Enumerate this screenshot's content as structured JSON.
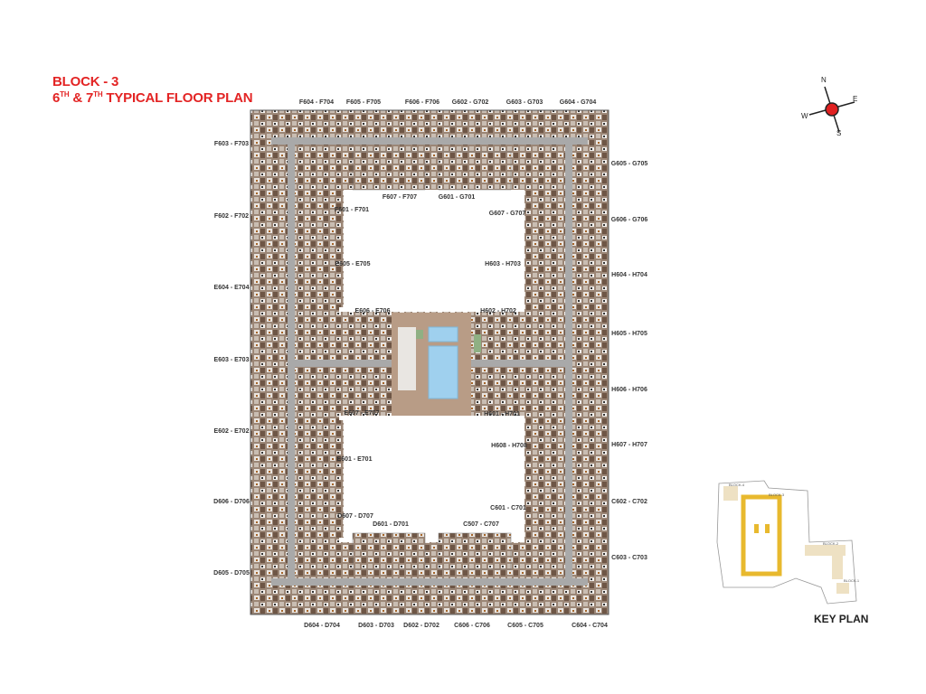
{
  "title": {
    "line1": "BLOCK - 3",
    "line2_a": "6",
    "line2_sup1": "TH",
    "line2_b": " & 7",
    "line2_sup2": "TH",
    "line2_c": " TYPICAL FLOOR PLAN"
  },
  "units": {
    "top": [
      "F604 - F704",
      "F605 - F705",
      "F606 - F706",
      "G602 - G702",
      "G603 - G703",
      "G604 - G704"
    ],
    "left": [
      "F603 - F703",
      "F602 - F702",
      "E604 - E704",
      "E603 - E703",
      "E602 - E702",
      "D606 - D706",
      "D605 - D705"
    ],
    "right": [
      "G605 - G705",
      "G606 - G706",
      "H604 - H704",
      "H605 - H705",
      "H606 - H706",
      "H607 - H707",
      "C602 - C702",
      "C603 - C703"
    ],
    "bottom": [
      "D604 - D704",
      "D603 - D703",
      "D602 - D702",
      "C606 - C706",
      "C605 - C705",
      "C604 - C704"
    ],
    "inner": [
      "F607 - F707",
      "G601 - G701",
      "F601 - F701",
      "G607 - G707",
      "E605 - E705",
      "H603 - H703",
      "E606 - E706",
      "H602 - H702",
      "E607 - E707",
      "H601 - H701",
      "H608 - H708",
      "E601 - E701",
      "C601 - C701",
      "D607 - D707",
      "D601 - D701",
      "C507 - C707"
    ]
  },
  "compass": {
    "n": "N",
    "s": "S",
    "e": "E",
    "w": "W"
  },
  "key_plan": {
    "title": "KEY PLAN",
    "blocks": [
      "BLOCK-4",
      "BLOCK-3",
      "BLOCK-2",
      "BLOCK-1"
    ]
  },
  "colors": {
    "accent": "#e32424",
    "building": "#8a7565",
    "corridor": "#a9a9a9",
    "deck": "#b89c86",
    "pool": "#9fd0ee",
    "highlight": "#e8b92e"
  }
}
